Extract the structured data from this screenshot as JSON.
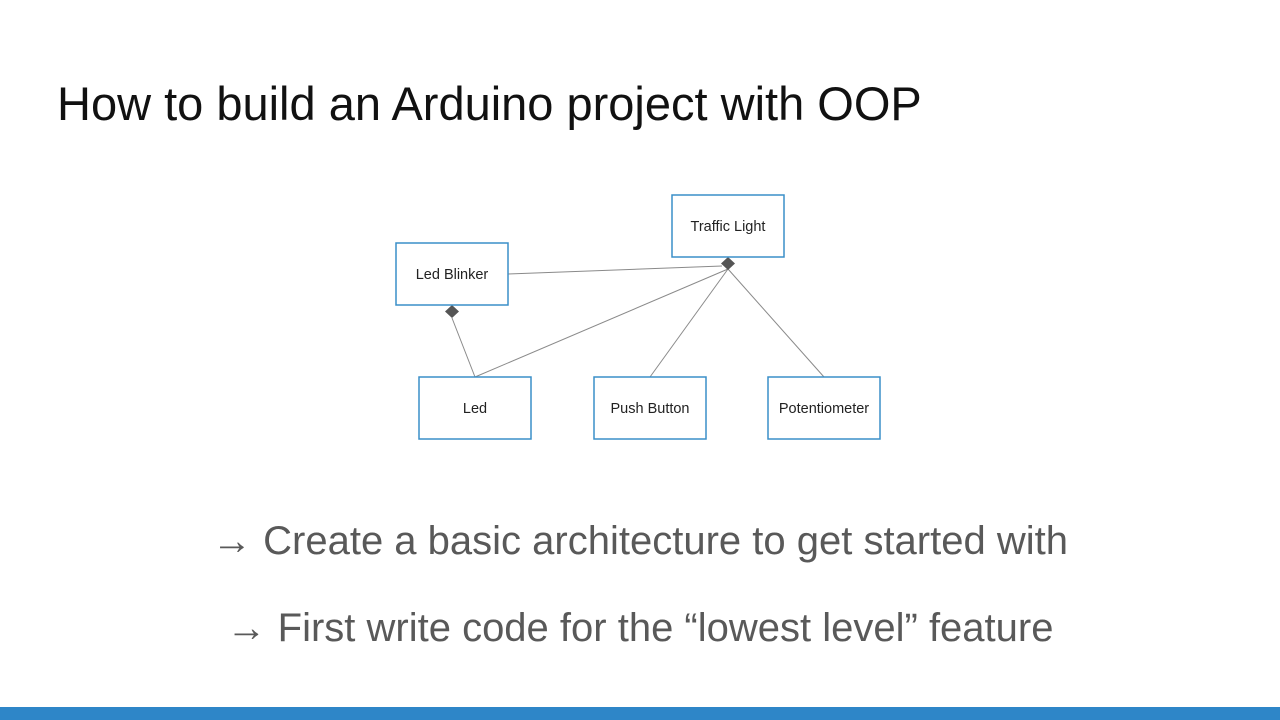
{
  "slide": {
    "title": "How to build an Arduino project with OOP",
    "bullets": [
      "→ Create a basic architecture to get started with",
      "→ First write code for the “lowest level” feature"
    ]
  },
  "diagram": {
    "nodes": {
      "traffic_light": "Traffic Light",
      "led_blinker": "Led Blinker",
      "led": "Led",
      "push_button": "Push Button",
      "potentiometer": "Potentiometer"
    },
    "relationships": [
      {
        "from": "led_blinker",
        "to": "traffic_light",
        "type": "composition"
      },
      {
        "from": "led",
        "to": "traffic_light",
        "type": "composition"
      },
      {
        "from": "push_button",
        "to": "traffic_light",
        "type": "composition"
      },
      {
        "from": "potentiometer",
        "to": "traffic_light",
        "type": "composition"
      },
      {
        "from": "led",
        "to": "led_blinker",
        "type": "composition"
      }
    ]
  },
  "colors": {
    "box_border": "#3a8fc8",
    "edge": "#8a8a8a",
    "diamond": "#555555",
    "bottom_bar": "#2e86c8",
    "bullet_text": "#595959"
  }
}
